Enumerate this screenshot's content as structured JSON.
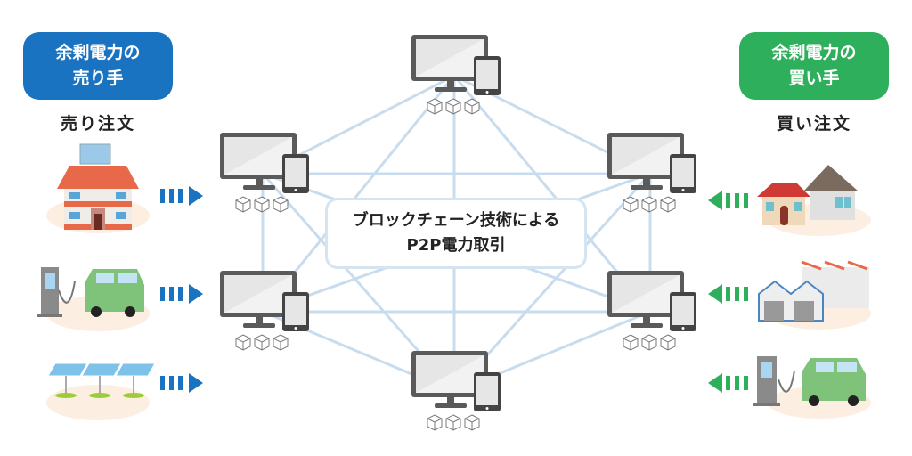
{
  "title": "ブロックチェーン技術によるP2P電力取引",
  "seller": {
    "label_line1": "余剰電力の",
    "label_line2": "売り手",
    "order_label": "売り注文",
    "color": "#1a73c0",
    "sources": [
      {
        "name": "solar-house",
        "icon": "house-with-solar-panel-icon"
      },
      {
        "name": "ev-charger",
        "icon": "ev-charging-car-icon"
      },
      {
        "name": "solar-farm",
        "icon": "solar-panel-array-icon"
      }
    ]
  },
  "buyer": {
    "label_line1": "余剰電力の",
    "label_line2": "買い手",
    "order_label": "買い注文",
    "color": "#2eaf5c",
    "consumers": [
      {
        "name": "houses",
        "icon": "houses-icon"
      },
      {
        "name": "factory",
        "icon": "factory-icon"
      },
      {
        "name": "ev-charger",
        "icon": "ev-charging-car-icon"
      }
    ]
  },
  "center": {
    "line1": "ブロックチェーン技術による",
    "line2": "P2P電力取引"
  },
  "network": {
    "node_count": 6,
    "node_icon": "computer-and-tablet-icon",
    "block_icon": "cube-block-icon",
    "blocks_per_node": 3,
    "line_color": "#c8dcee"
  }
}
